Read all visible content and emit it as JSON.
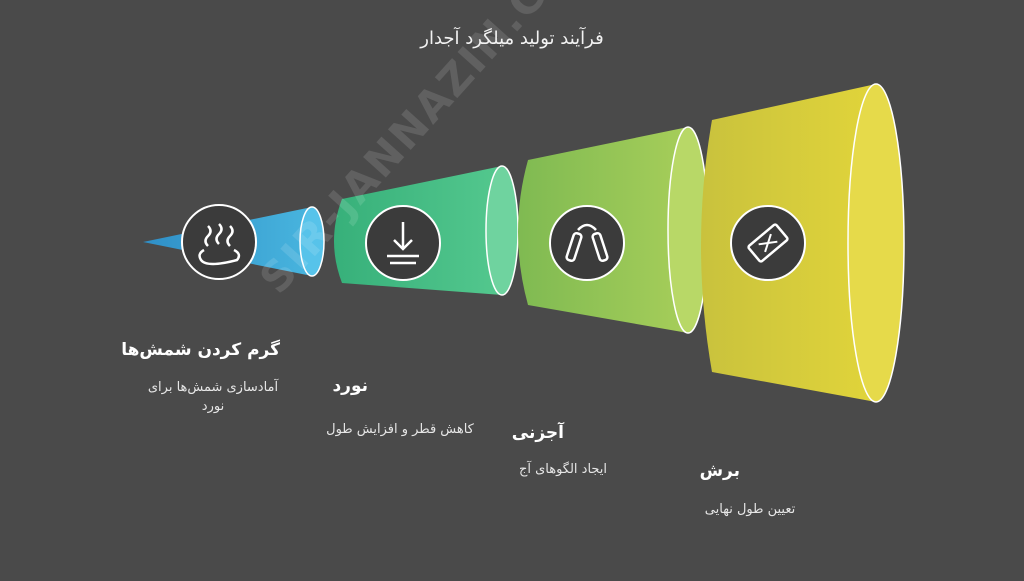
{
  "title": "فرآیند تولید میلگرد آجدار",
  "watermark": "SIR-JANNAZIN.COM",
  "stages": [
    {
      "title": "گرم کردن شمش‌ها",
      "desc_line1": "آمادسازی شمش‌ها برای",
      "desc_line2": "نورد",
      "icon": "hot-spring-icon",
      "color": "#3fa7d6"
    },
    {
      "title": "نورد",
      "desc": "کاهش قطر و افزایش طول",
      "icon": "download-arrow-icon",
      "color": "#3dbb8a"
    },
    {
      "title": "آجزنی",
      "desc": "ایجاد الگوهای آج",
      "icon": "hand-gripper-icon",
      "color": "#9cc653"
    },
    {
      "title": "برش",
      "desc": "تعیین طول نهایی",
      "icon": "cut-ticket-icon",
      "color": "#d9cc3a"
    }
  ]
}
